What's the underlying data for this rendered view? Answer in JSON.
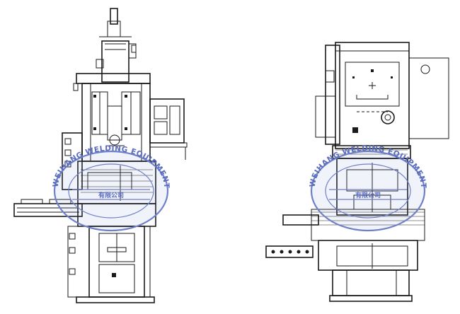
{
  "figure": {
    "views": [
      "side-view",
      "front-view"
    ]
  },
  "stamp": {
    "text_en": "WEIHANG WELDING EQUIPMENT",
    "text_cn": "有限公司",
    "color": "#6f80c8"
  }
}
